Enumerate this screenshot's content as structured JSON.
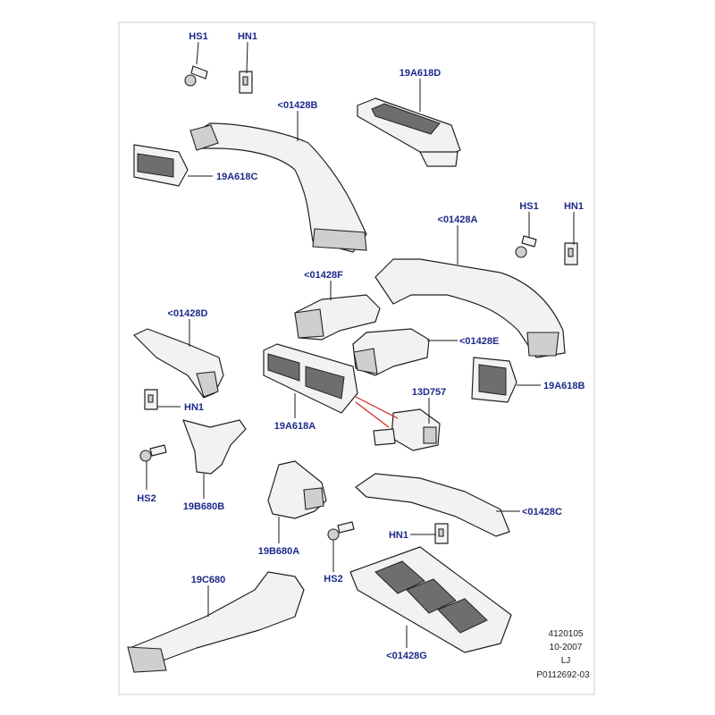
{
  "labels": {
    "hs1_top": "HS1",
    "hn1_top": "HN1",
    "a19a618d": "19A618D",
    "a01428b": "<01428B",
    "a19a618c": "19A618C",
    "hs1_right": "HS1",
    "hn1_right": "HN1",
    "a01428a": "<01428A",
    "a01428f": "<01428F",
    "a01428d": "<01428D",
    "a01428e": "<01428E",
    "a19a618b": "19A618B",
    "a13d757": "13D757",
    "hn1_left": "HN1",
    "a19a618a": "19A618A",
    "hs2_left": "HS2",
    "a19b680b": "19B680B",
    "a19b680a": "19B680A",
    "a01428c": "<01428C",
    "hn1_lower": "HN1",
    "hs2_lower": "HS2",
    "a19c680": "19C680",
    "a01428g": "<01428G"
  },
  "footer": {
    "line1": "4120105",
    "line2": "10-2007",
    "line3": "LJ",
    "line4": "P0112692-03"
  },
  "colors": {
    "label": "#1c2a8a",
    "leader_red": "#d22020"
  }
}
